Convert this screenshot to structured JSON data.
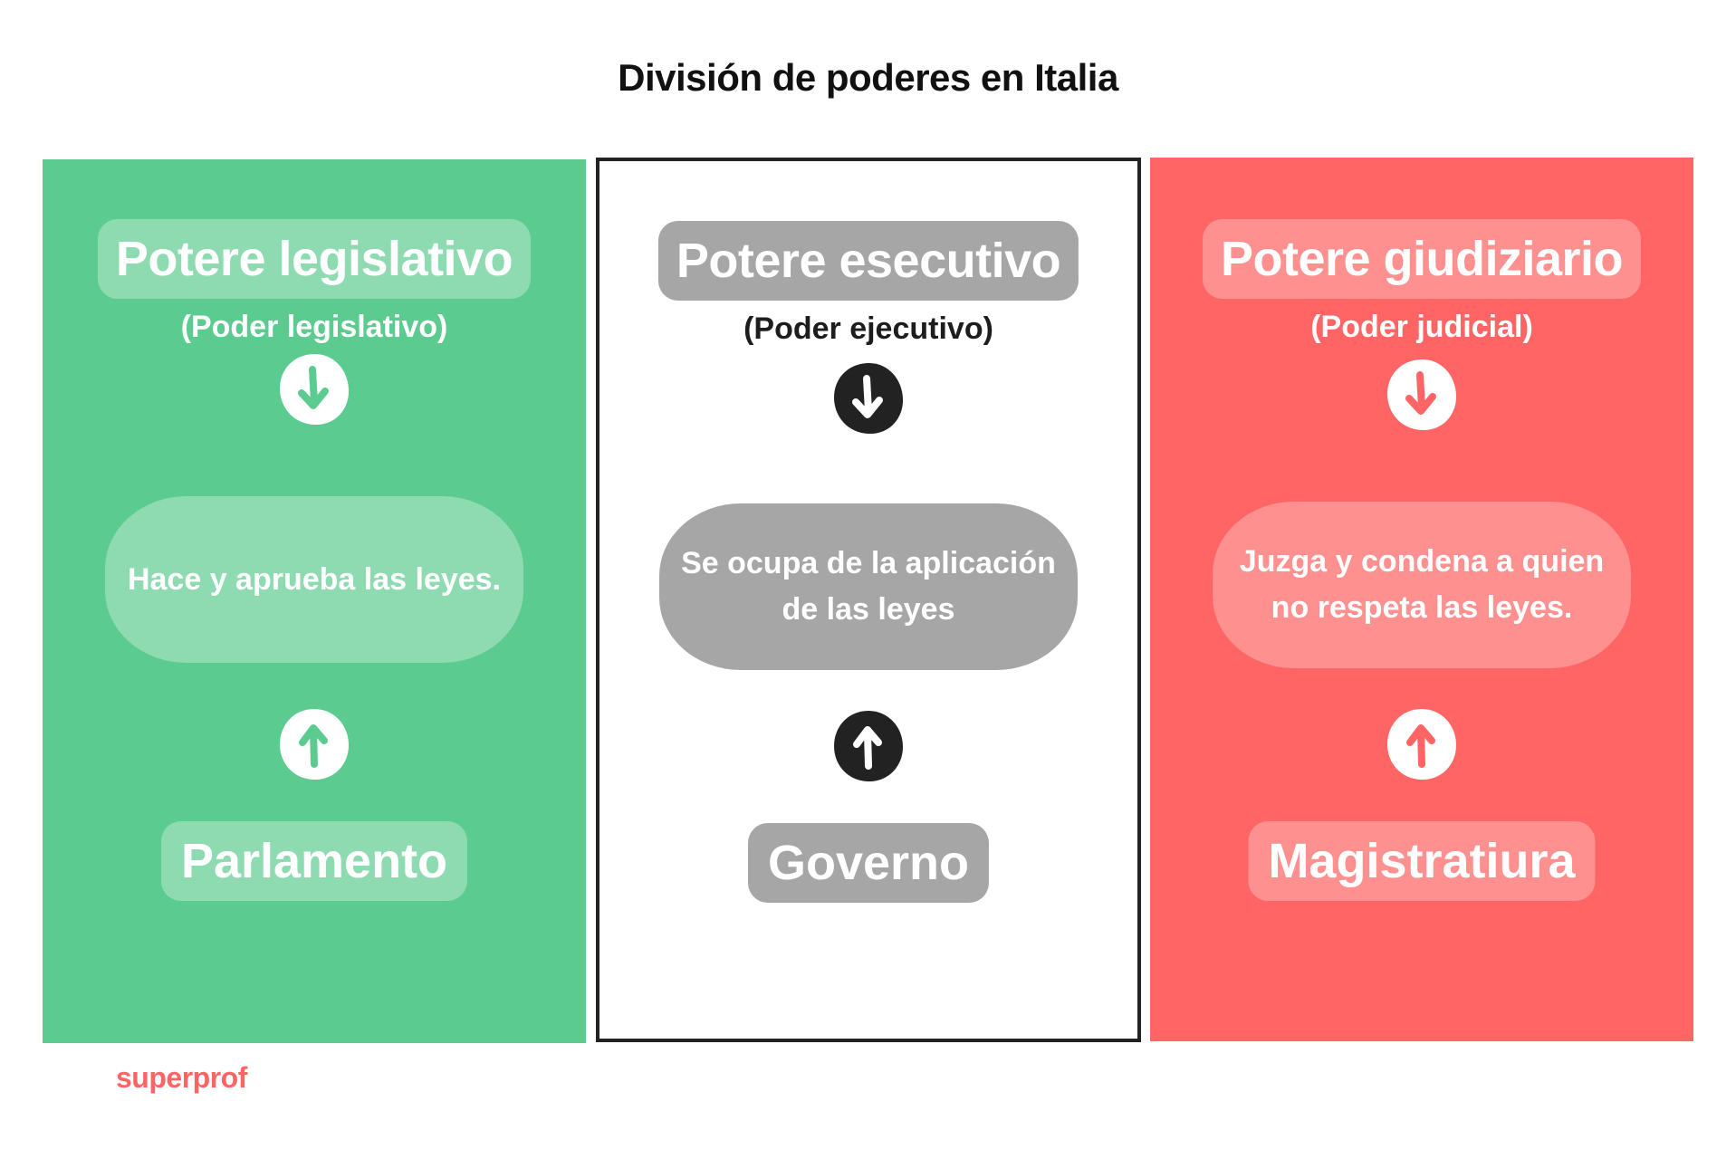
{
  "title": "División de poderes en Italia",
  "colors": {
    "legislative_bg": "#5CCB8F",
    "legislative_pill": "#8EDBB1",
    "executive_bg": "#FFFFFF",
    "executive_border": "#222222",
    "executive_pill": "#A6A6A6",
    "judicial_bg": "#FF6565",
    "judicial_pill": "#FF9090",
    "brand": "#FF6464"
  },
  "columns": [
    {
      "heading": "Potere legislativo",
      "subtitle": "(Poder legislativo)",
      "down_icon": "arrow-down-circle-icon",
      "description": "Hace y aprueba las leyes.",
      "up_icon": "arrow-up-circle-icon",
      "organ": "Parlamento"
    },
    {
      "heading": "Potere esecutivo",
      "subtitle": "(Poder ejecutivo)",
      "down_icon": "arrow-down-circle-icon",
      "description": "Se ocupa de la aplicación de las leyes",
      "up_icon": "arrow-up-circle-icon",
      "organ": "Governo"
    },
    {
      "heading": "Potere giudiziario",
      "subtitle": "(Poder judicial)",
      "down_icon": "arrow-down-circle-icon",
      "description": "Juzga y condena a quien no respeta las leyes.",
      "up_icon": "arrow-up-circle-icon",
      "organ": "Magistratiura"
    }
  ],
  "footer": {
    "logo": "superprof"
  }
}
